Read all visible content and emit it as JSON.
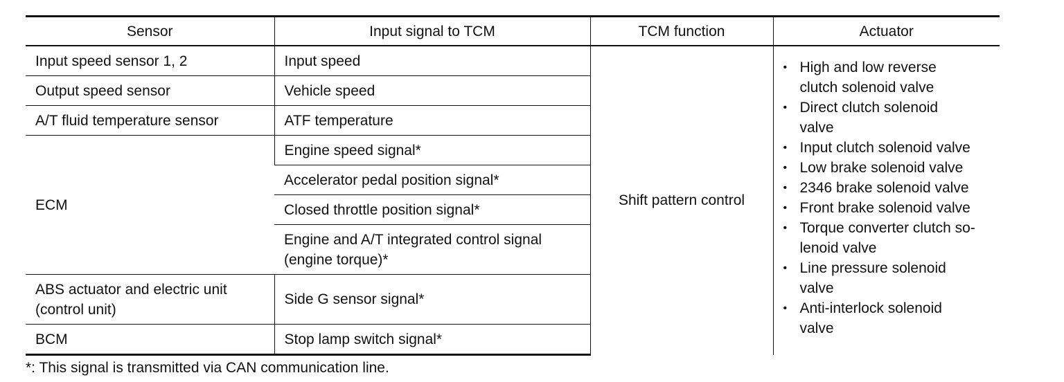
{
  "table": {
    "headers": {
      "sensor": "Sensor",
      "input_signal": "Input signal to TCM",
      "tcm_function": "TCM function",
      "actuator": "Actuator"
    },
    "rows": [
      {
        "sensor": "Input speed sensor 1, 2",
        "signal": "Input speed"
      },
      {
        "sensor": "Output speed sensor",
        "signal": "Vehicle speed"
      },
      {
        "sensor": "A/T fluid temperature sensor",
        "signal": "ATF temperature"
      },
      {
        "sensor": "ECM",
        "signal": "Engine speed signal*"
      },
      {
        "signal": "Accelerator pedal position signal*"
      },
      {
        "signal": "Closed throttle position signal*"
      },
      {
        "signal_line1": "Engine and A/T integrated control signal",
        "signal_line2": "(engine torque)*"
      },
      {
        "sensor_line1": "ABS actuator and electric unit",
        "sensor_line2": "(control unit)",
        "signal": "Side G sensor signal*"
      },
      {
        "sensor": "BCM",
        "signal": "Stop lamp switch signal*"
      }
    ],
    "tcm_function": "Shift pattern control",
    "actuators": [
      {
        "line1": "High and low reverse",
        "line2": "clutch solenoid valve"
      },
      {
        "line1": "Direct clutch solenoid",
        "line2": "valve"
      },
      {
        "line1": "Input clutch solenoid valve"
      },
      {
        "line1": "Low brake solenoid valve"
      },
      {
        "line1": "2346 brake solenoid valve"
      },
      {
        "line1": "Front brake solenoid valve"
      },
      {
        "line1": "Torque converter clutch so-",
        "line2": "lenoid valve"
      },
      {
        "line1": "Line pressure solenoid",
        "line2": "valve"
      },
      {
        "line1": "Anti-interlock solenoid",
        "line2": "valve"
      }
    ]
  },
  "footnote": "*: This signal is transmitted via CAN communication line."
}
